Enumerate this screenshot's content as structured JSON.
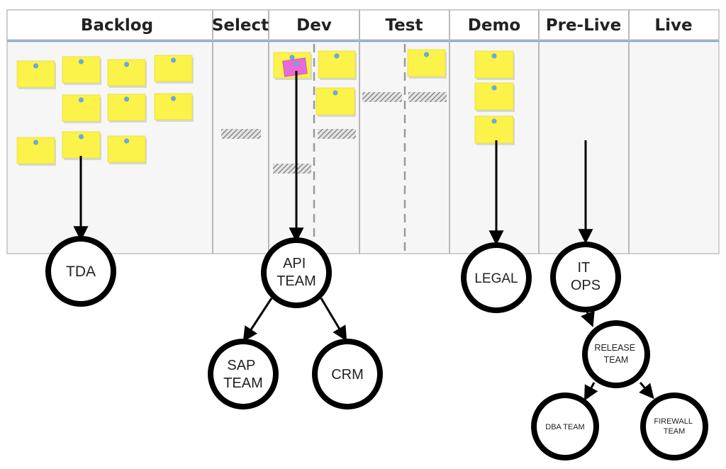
{
  "board": {
    "columns": [
      {
        "label": "Backlog"
      },
      {
        "label": "Select"
      },
      {
        "label": "Dev"
      },
      {
        "label": "Test"
      },
      {
        "label": "Demo"
      },
      {
        "label": "Pre-Live"
      },
      {
        "label": "Live"
      }
    ]
  },
  "teams": {
    "tda": {
      "lines": [
        "TDA"
      ]
    },
    "api_team": {
      "lines": [
        "API",
        "TEAM"
      ]
    },
    "sap_team": {
      "lines": [
        "SAP",
        "TEAM"
      ]
    },
    "crm": {
      "lines": [
        "CRM"
      ]
    },
    "legal": {
      "lines": [
        "LEGAL"
      ]
    },
    "it_ops": {
      "lines": [
        "IT",
        "OPS"
      ]
    },
    "release_team": {
      "lines": [
        "RELEASE",
        "TEAM"
      ]
    },
    "dba_team": {
      "lines": [
        "DBA TEAM"
      ]
    },
    "firewall_team": {
      "lines": [
        "FIREWALL",
        "TEAM"
      ]
    }
  },
  "colors": {
    "sticky_note": "#fbf24a",
    "sticky_note_highlight": "#e86ad8",
    "pin": "#6ba9d8",
    "board_line": "#8aa9cc",
    "node_stroke": "#000000"
  }
}
